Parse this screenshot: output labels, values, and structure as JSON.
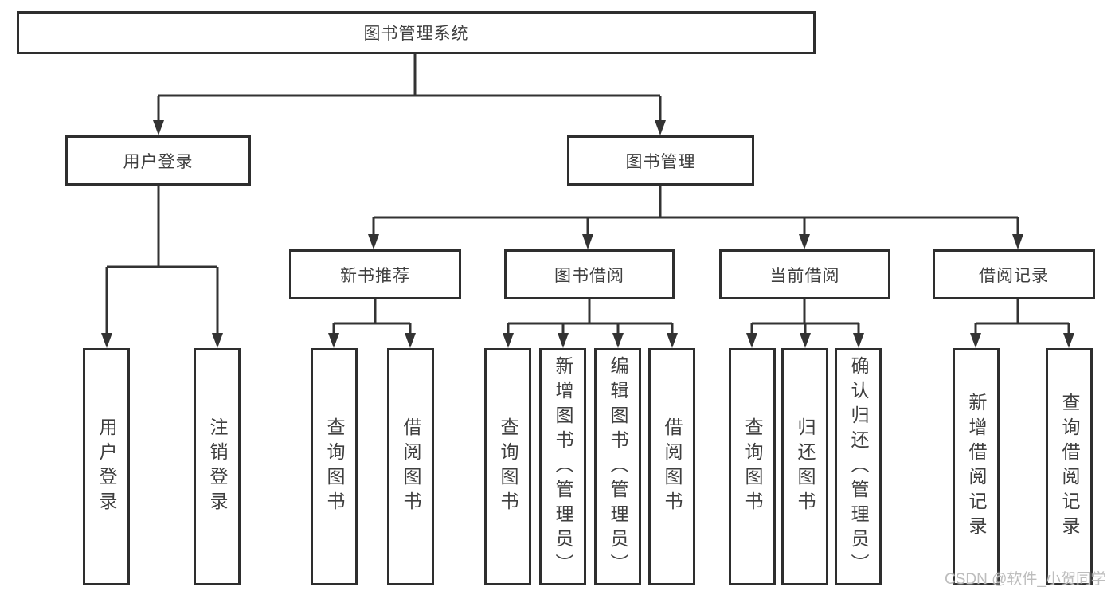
{
  "diagram": {
    "root": {
      "label": "图书管理系统"
    },
    "level2": [
      {
        "label": "用户登录",
        "children": [
          {
            "label": "用户登录"
          },
          {
            "label": "注销登录"
          }
        ]
      },
      {
        "label": "图书管理",
        "children": [
          {
            "label": "新书推荐",
            "children": [
              {
                "label": "查询图书"
              },
              {
                "label": "借阅图书"
              }
            ]
          },
          {
            "label": "图书借阅",
            "children": [
              {
                "label": "查询图书"
              },
              {
                "label": "新增图书（管理员）"
              },
              {
                "label": "编辑图书（管理员）"
              },
              {
                "label": "借阅图书"
              }
            ]
          },
          {
            "label": "当前借阅",
            "children": [
              {
                "label": "查询图书"
              },
              {
                "label": "归还图书"
              },
              {
                "label": "确认归还（管理员）"
              }
            ]
          },
          {
            "label": "借阅记录",
            "children": [
              {
                "label": "新增借阅记录"
              },
              {
                "label": "查询借阅记录"
              }
            ]
          }
        ]
      }
    ]
  },
  "watermark": {
    "text": "CSDN @软件_小贺同学"
  },
  "colors": {
    "line": "#333333",
    "box_border": "#2e2e2e",
    "text": "#3f3f3f",
    "background": "#ffffff",
    "watermark": "#bdbdbd"
  }
}
